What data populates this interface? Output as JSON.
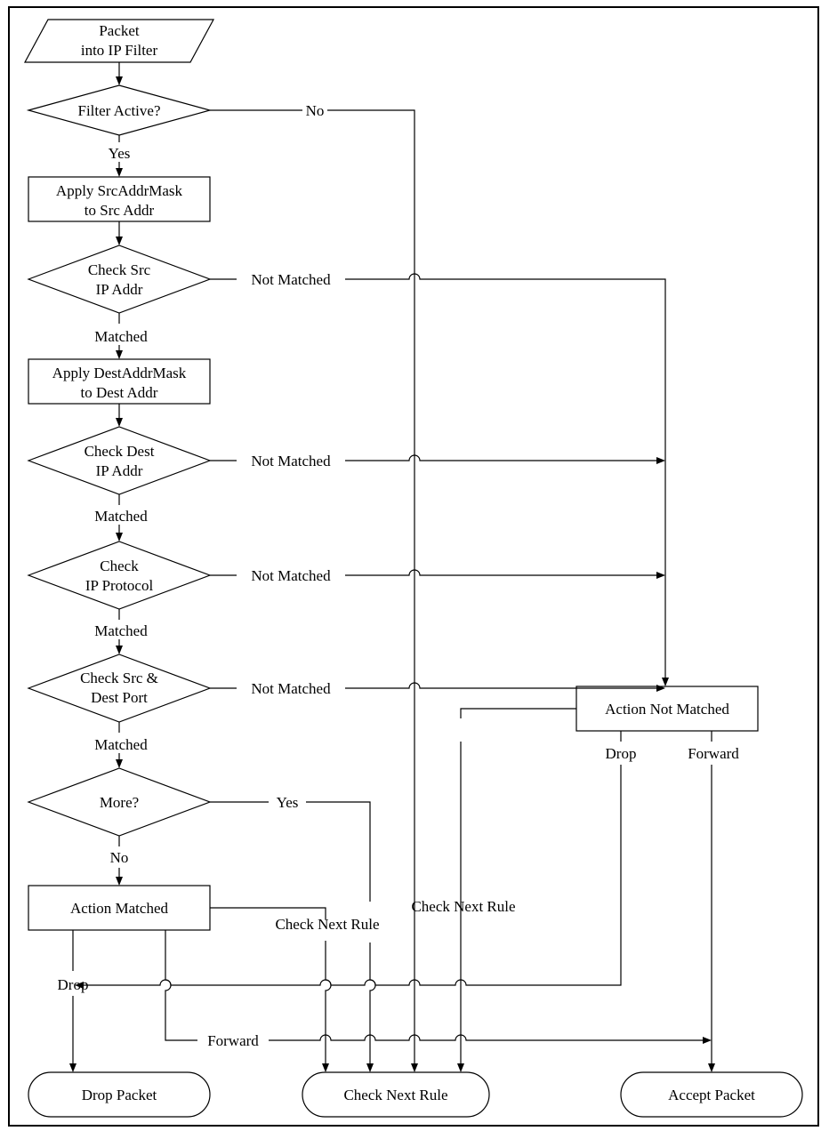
{
  "diagram": {
    "start": [
      "Packet",
      "into IP Filter"
    ],
    "filter_active": "Filter Active?",
    "apply_src_mask": [
      "Apply SrcAddrMask",
      "to  Src Addr"
    ],
    "check_src_ip": [
      "Check Src",
      "IP Addr"
    ],
    "apply_dest_mask": [
      "Apply DestAddrMask",
      "to  Dest Addr"
    ],
    "check_dest_ip": [
      "Check Dest",
      "IP Addr"
    ],
    "check_protocol": [
      "Check",
      "IP Protocol"
    ],
    "check_ports": [
      "Check  Src &",
      "Dest Port"
    ],
    "more": "More?",
    "action_matched": "Action Matched",
    "action_not_matched": "Action Not Matched",
    "drop_packet": "Drop Packet",
    "check_next_rule": "Check Next Rule",
    "accept_packet": "Accept Packet",
    "labels": {
      "yes": "Yes",
      "no": "No",
      "matched": "Matched",
      "not_matched": "Not Matched",
      "drop": "Drop",
      "forward": "Forward",
      "check_next_rule": "Check Next Rule"
    }
  }
}
